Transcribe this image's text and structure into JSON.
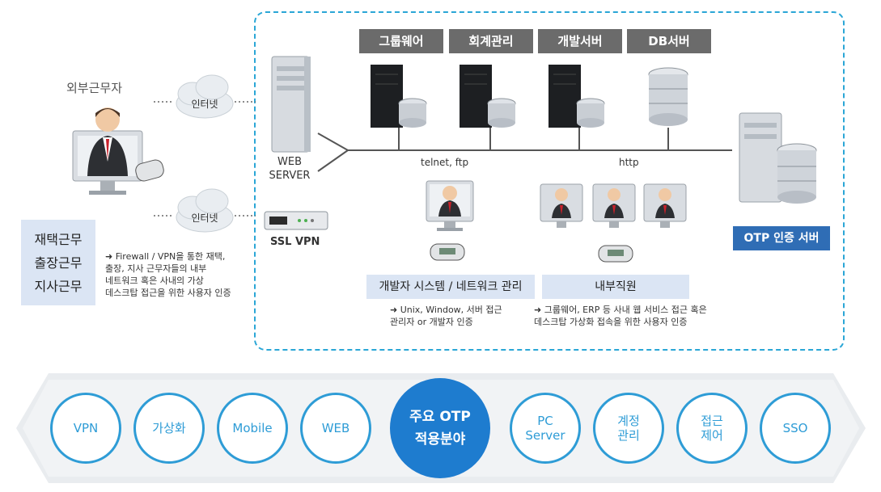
{
  "remote_worker_label": "외부근무자",
  "internet_label_1": "인터넷",
  "internet_label_2": "인터넷",
  "web_server_label": "WEB\nSERVER",
  "ssl_vpn_label": "SSL VPN",
  "work_types": [
    "재택근무",
    "출장근무",
    "지사근무"
  ],
  "remote_desc": "➜ Firewall / VPN을 통한 재택,\n출장, 지사 근무자들의 내부\n네트워크 혹은 사내의 가상\n데스크탑 접근을 위한 사용자 인증",
  "servers": [
    "그룹웨어",
    "회계관리",
    "개발서버",
    "DB서버"
  ],
  "protocol_left": "telnet, ftp",
  "protocol_right": "http",
  "otp_server_label": "OTP 인증 서버",
  "dev_box_label": "개발자 시스템 / 네트워크 관리",
  "dev_desc": "➜ Unix, Window, 서버 접근\n관리자 or 개발자 인증",
  "staff_box_label": "내부직원",
  "staff_desc": "➜ 그룹웨어, ERP 등 사내 웹 서비스 접근 혹은\n데스크탑 가상화 접속을 위한 사용자 인증",
  "center_circle": "주요 OTP\n적용분야",
  "left_circles": [
    "VPN",
    "가상화",
    "Mobile",
    "WEB"
  ],
  "right_circles": [
    "PC\nServer",
    "계정\n관리",
    "접근\n제어",
    "SSO"
  ],
  "colors": {
    "accent": "#2e9cd6",
    "dark_label": "#6b6b6b",
    "otp_box": "#2f6db5",
    "light_box": "#dbe5f4"
  }
}
